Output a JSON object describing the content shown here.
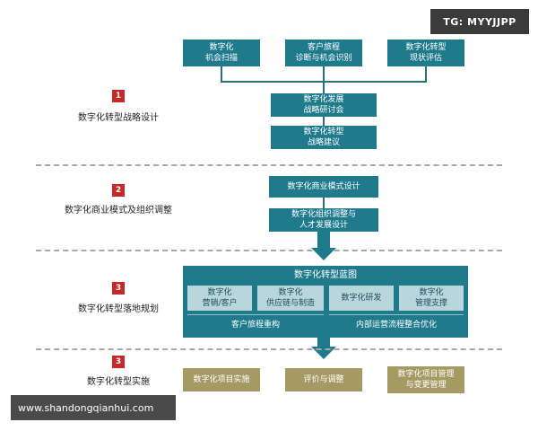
{
  "watermark_top": "TG: MYYJJPP",
  "watermark_bottom": "www.shandongqianhui.com",
  "top_inputs": [
    "数字化\n机会扫描",
    "客户旅程\n诊断与机会识别",
    "数字化转型\n现状评估"
  ],
  "phases": [
    {
      "badge": "1",
      "label": "数字化转型战略设计"
    },
    {
      "badge": "2",
      "label": "数字化商业模式及组织调整"
    },
    {
      "badge": "3",
      "label": "数字化转型落地规划"
    },
    {
      "badge": "3",
      "label": "数字化转型实施"
    }
  ],
  "phase1_boxes": [
    "数字化发展\n战略研讨会",
    "数字化转型\n战略建议"
  ],
  "phase2_boxes": [
    "数字化商业模式设计",
    "数字化组织调整与\n人才发展设计"
  ],
  "blueprint": {
    "title": "数字化转型蓝图",
    "modules": [
      "数字化\n营销/客户",
      "数字化\n供应链与制造",
      "数字化研发",
      "数字化\n管理支撑"
    ],
    "bottom_left": "客户旅程重构",
    "bottom_right": "内部运营流程整合优化"
  },
  "implementation": [
    "数字化项目实施",
    "评价与调整",
    "数字化项目管理\n与变更管理"
  ],
  "colors": {
    "primary": "#1f7a8c",
    "light": "#b9d6dc",
    "olive": "#a59a63",
    "badge": "#c62828"
  }
}
